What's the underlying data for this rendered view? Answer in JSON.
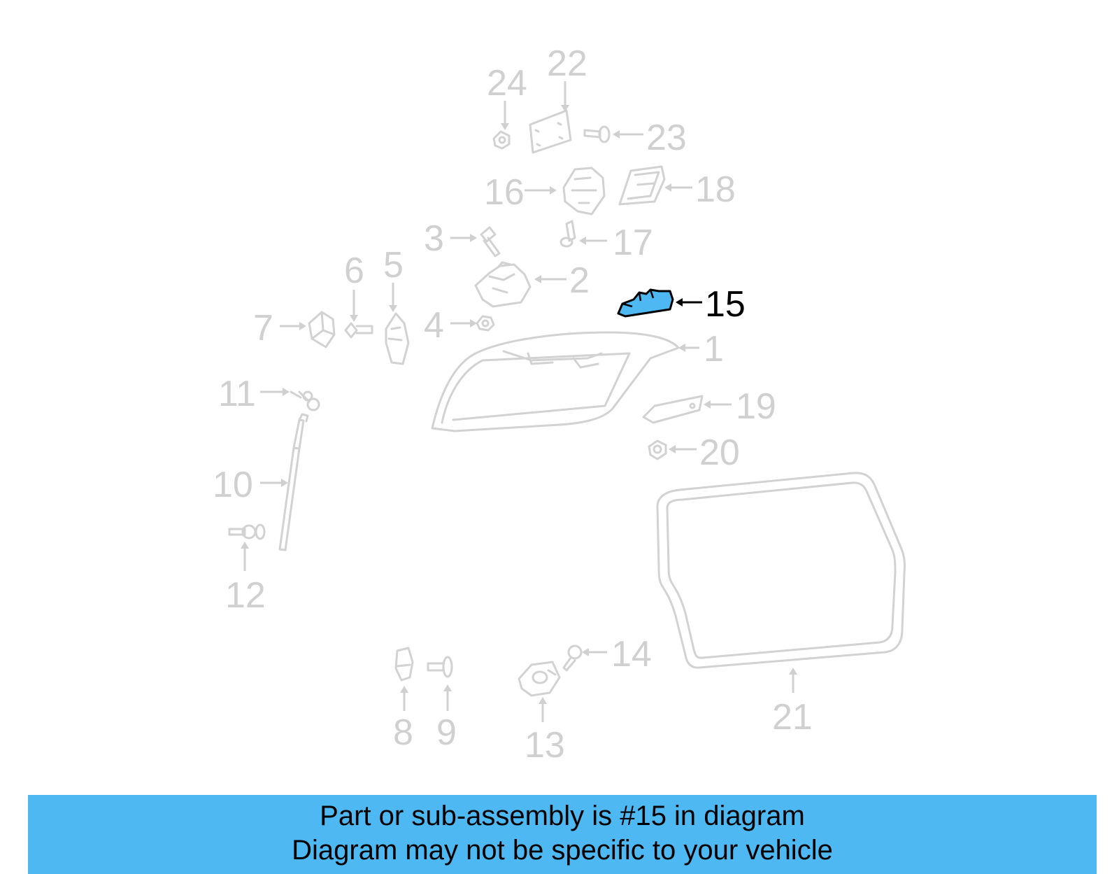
{
  "highlight_color": "#4db8f2",
  "highlighted_part": "15",
  "callouts": [
    "1",
    "2",
    "3",
    "4",
    "5",
    "6",
    "7",
    "8",
    "9",
    "10",
    "11",
    "12",
    "13",
    "14",
    "15",
    "16",
    "17",
    "18",
    "19",
    "20",
    "21",
    "22",
    "23",
    "24"
  ],
  "caption": {
    "line1": "Part or sub-assembly is #15 in diagram",
    "line2": "Diagram may not be specific to your vehicle"
  }
}
